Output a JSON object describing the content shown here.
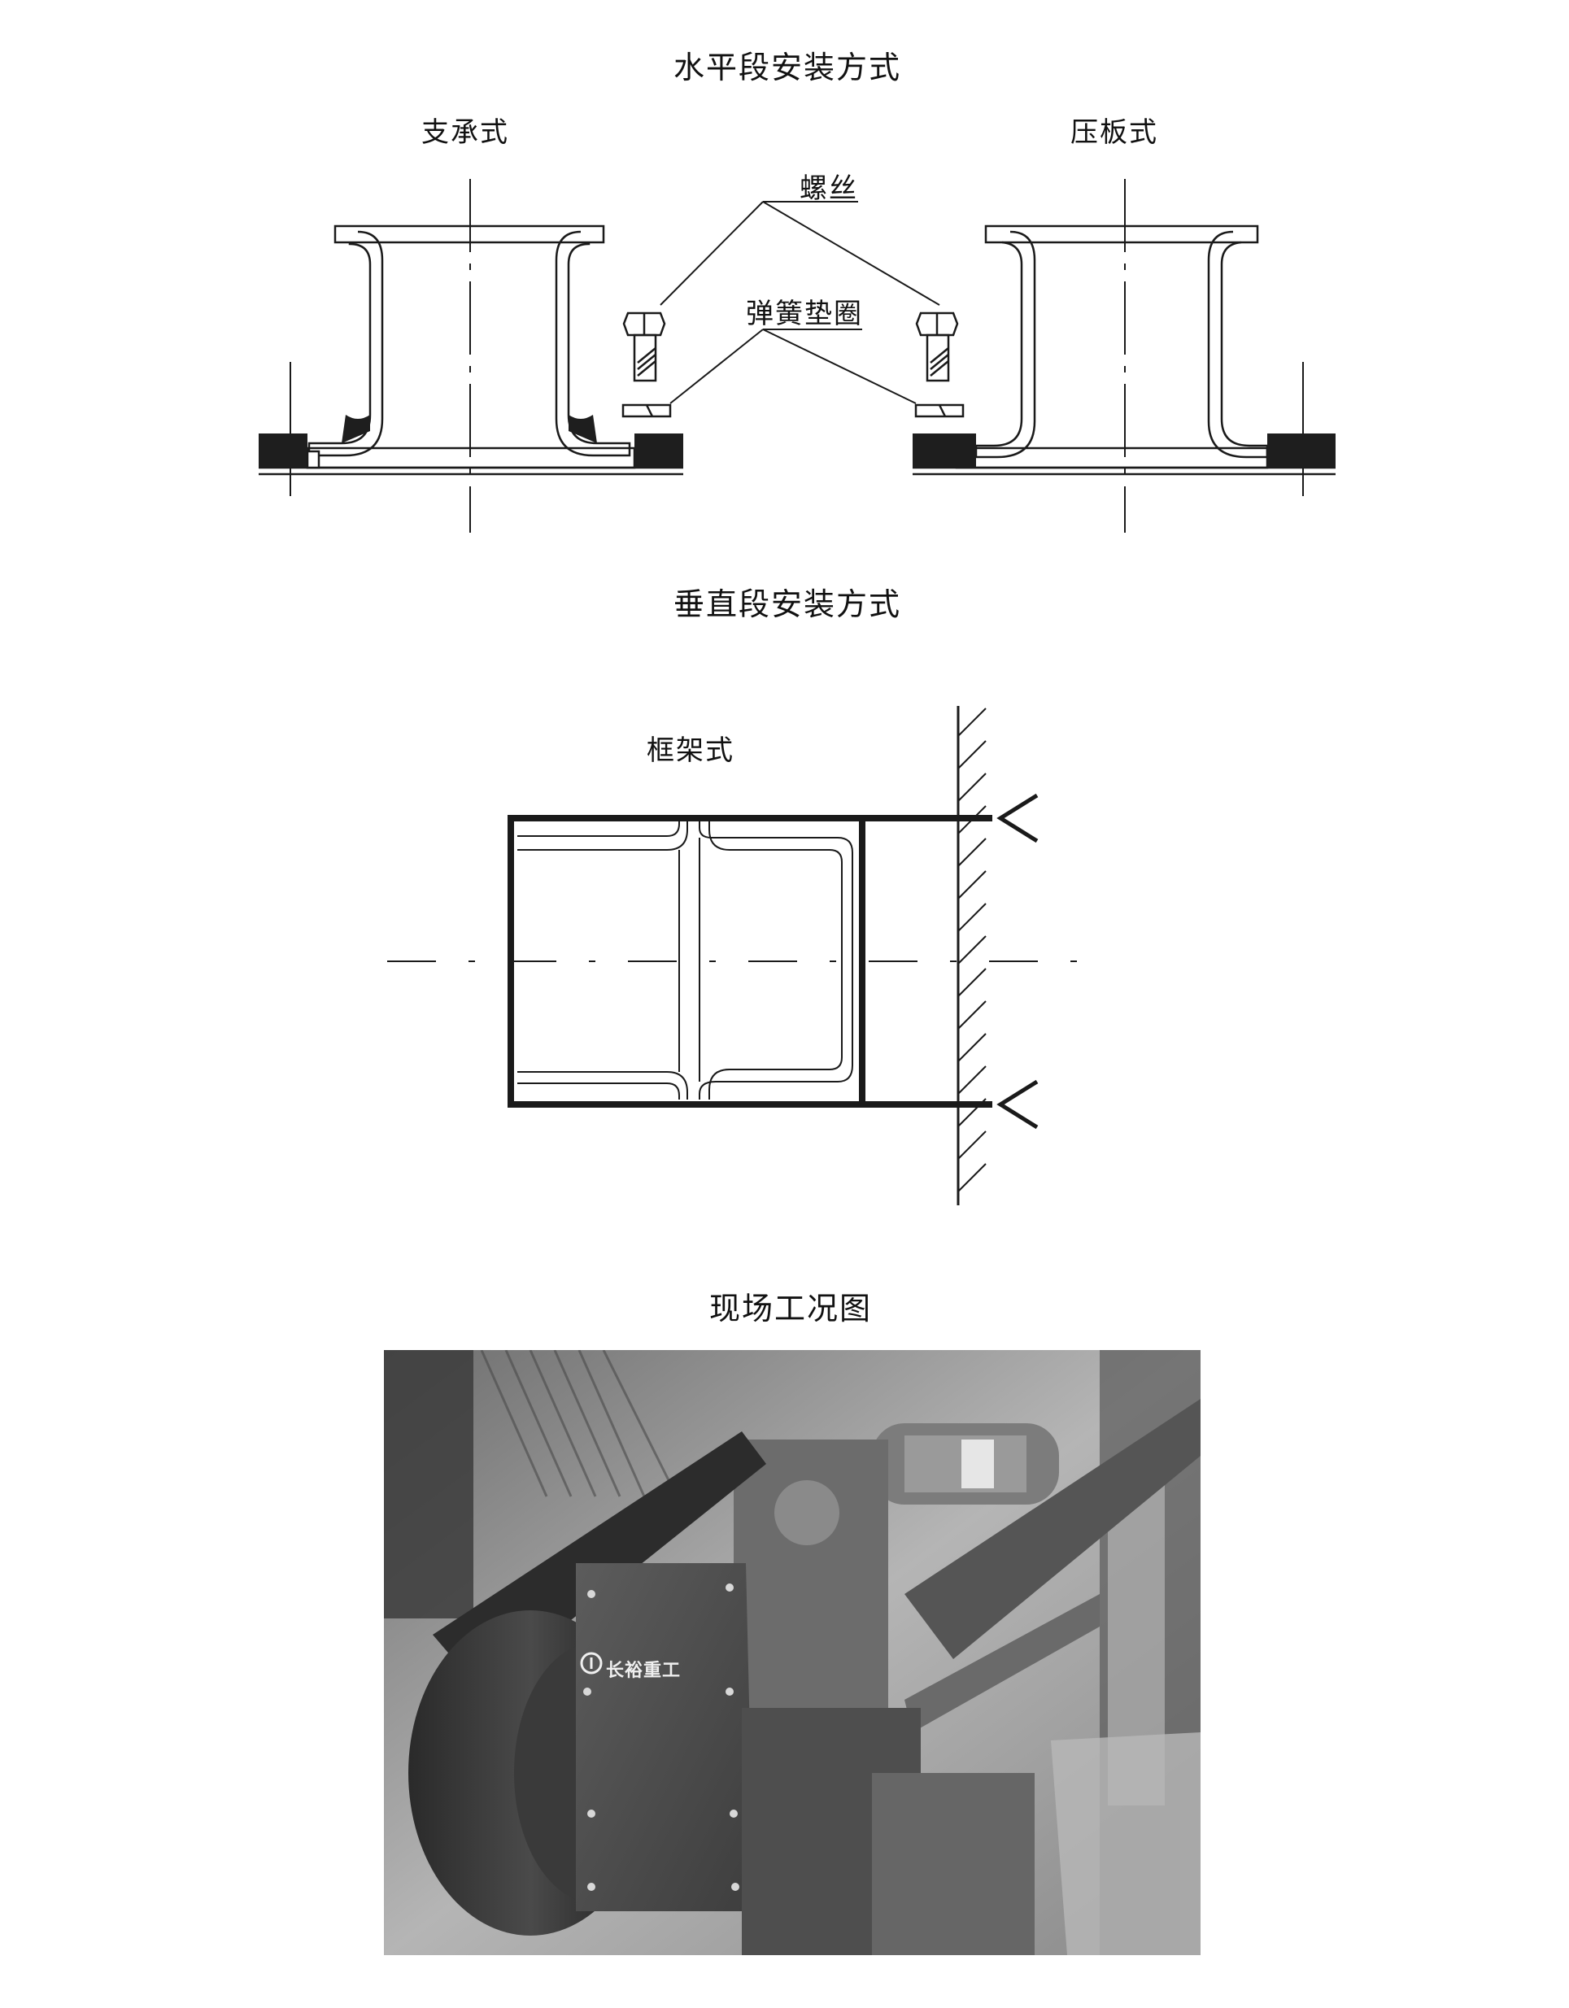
{
  "sections": {
    "horizontal": {
      "title": "水平段安装方式",
      "left_label": "支承式",
      "right_label": "压板式",
      "screw_label": "螺丝",
      "washer_label": "弹簧垫圈"
    },
    "vertical": {
      "title": "垂直段安装方式",
      "frame_label": "框架式"
    },
    "site": {
      "title": "现场工况图",
      "brand_text": "长裕重工"
    }
  },
  "icons": {
    "brand_logo": "circular-logo-icon"
  },
  "colors": {
    "line": "#1a1a1a",
    "rubber": "#1e1e1e",
    "photo_bg": "#9a9a9a"
  }
}
